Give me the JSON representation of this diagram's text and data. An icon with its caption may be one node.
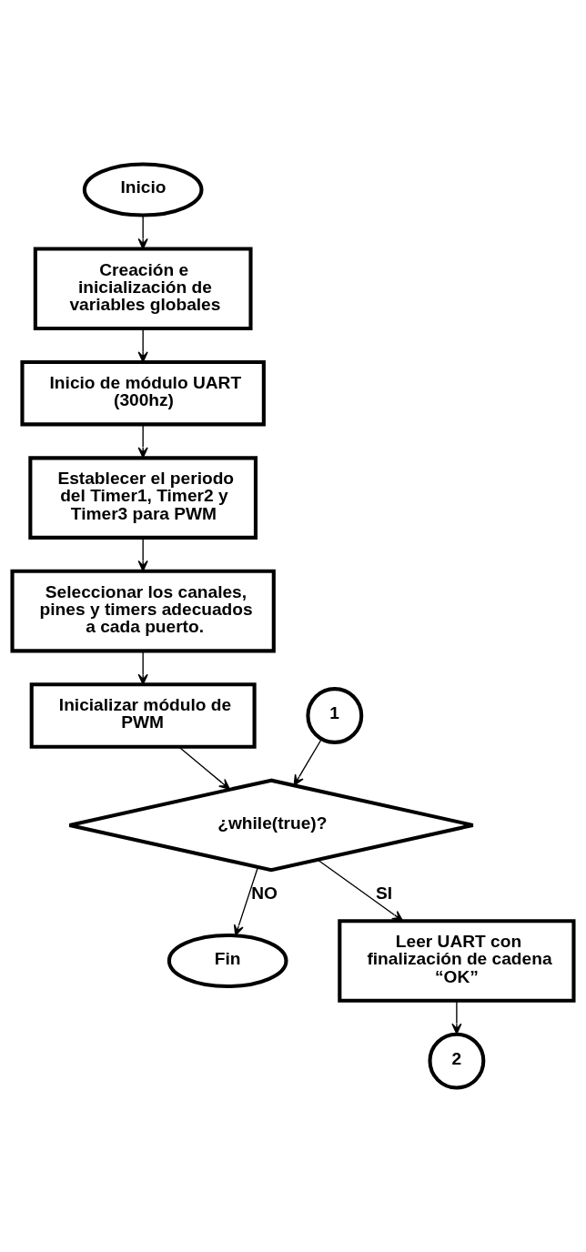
{
  "diagram": {
    "nodes": [
      {
        "text": [
          "Inicio"
        ]
      },
      {
        "text": [
          "Creación e inicialización de variables globales"
        ]
      },
      {
        "text": [
          "Inicio de módulo UART (300hz)"
        ]
      },
      {
        "text": [
          "Establecer el periodo del Timer1, Timer2 y Timer3 para PWM"
        ]
      },
      {
        "text": [
          "Seleccionar los canales, pines y timers adecuados a cada puerto."
        ]
      },
      {
        "text": [
          "Inicializar módulo de PWM"
        ]
      },
      {
        "text": [
          "1"
        ]
      },
      {
        "text": [
          "¿while(true)?"
        ]
      },
      {
        "text": [
          "Fin"
        ]
      },
      {
        "text": [
          "Leer UART con finalización de cadena “OK”"
        ]
      },
      {
        "text": [
          "2"
        ]
      }
    ],
    "edges": [
      {
        "from": 0,
        "to": 1,
        "arrow": "to"
      },
      {
        "from": 1,
        "to": 2,
        "arrow": "to"
      },
      {
        "from": 2,
        "to": 3,
        "arrow": "to"
      },
      {
        "from": 3,
        "to": 4,
        "arrow": "to"
      },
      {
        "from": 4,
        "to": 5,
        "arrow": "to"
      },
      {
        "from": 5,
        "to": 7,
        "arrow": "to"
      },
      {
        "from": 6,
        "to": 7,
        "arrow": "to"
      },
      {
        "from": 7,
        "to": 8,
        "label": "NO",
        "arrow": "to"
      },
      {
        "from": 7,
        "to": 9,
        "label": "SI",
        "arrow": "to"
      },
      {
        "from": 9,
        "to": 10,
        "arrow": "to"
      }
    ]
  }
}
